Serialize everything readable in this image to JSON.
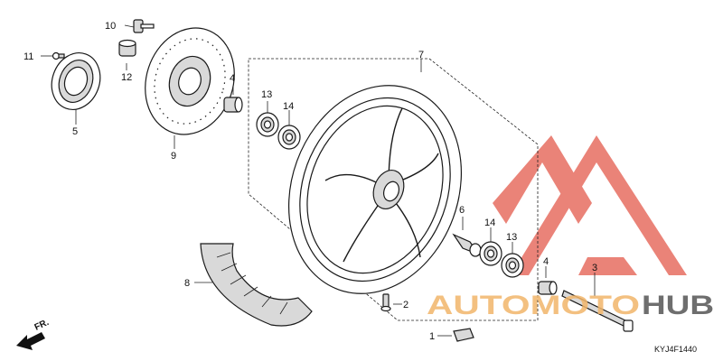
{
  "diagram": {
    "code": "KYJ4F1440",
    "direction_label": "FR.",
    "watermark": {
      "word_1": "AUTOMOTO",
      "word_2": "HUB"
    },
    "callouts": [
      {
        "id": "c10",
        "text": "10"
      },
      {
        "id": "c11",
        "text": "11"
      },
      {
        "id": "c12",
        "text": "12"
      },
      {
        "id": "c5",
        "text": "5"
      },
      {
        "id": "c9",
        "text": "9"
      },
      {
        "id": "c4a",
        "text": "4"
      },
      {
        "id": "c13a",
        "text": "13"
      },
      {
        "id": "c14a",
        "text": "14"
      },
      {
        "id": "c7",
        "text": "7"
      },
      {
        "id": "c6",
        "text": "6"
      },
      {
        "id": "c14b",
        "text": "14"
      },
      {
        "id": "c13b",
        "text": "13"
      },
      {
        "id": "c4b",
        "text": "4"
      },
      {
        "id": "c3",
        "text": "3"
      },
      {
        "id": "c8",
        "text": "8"
      },
      {
        "id": "c2",
        "text": "2"
      },
      {
        "id": "c1",
        "text": "1"
      }
    ]
  },
  "colors": {
    "watermark_orange": "#f2b66b",
    "watermark_red": "#e35a4c",
    "watermark_dark": "#555555",
    "line": "#1a1a1a"
  }
}
